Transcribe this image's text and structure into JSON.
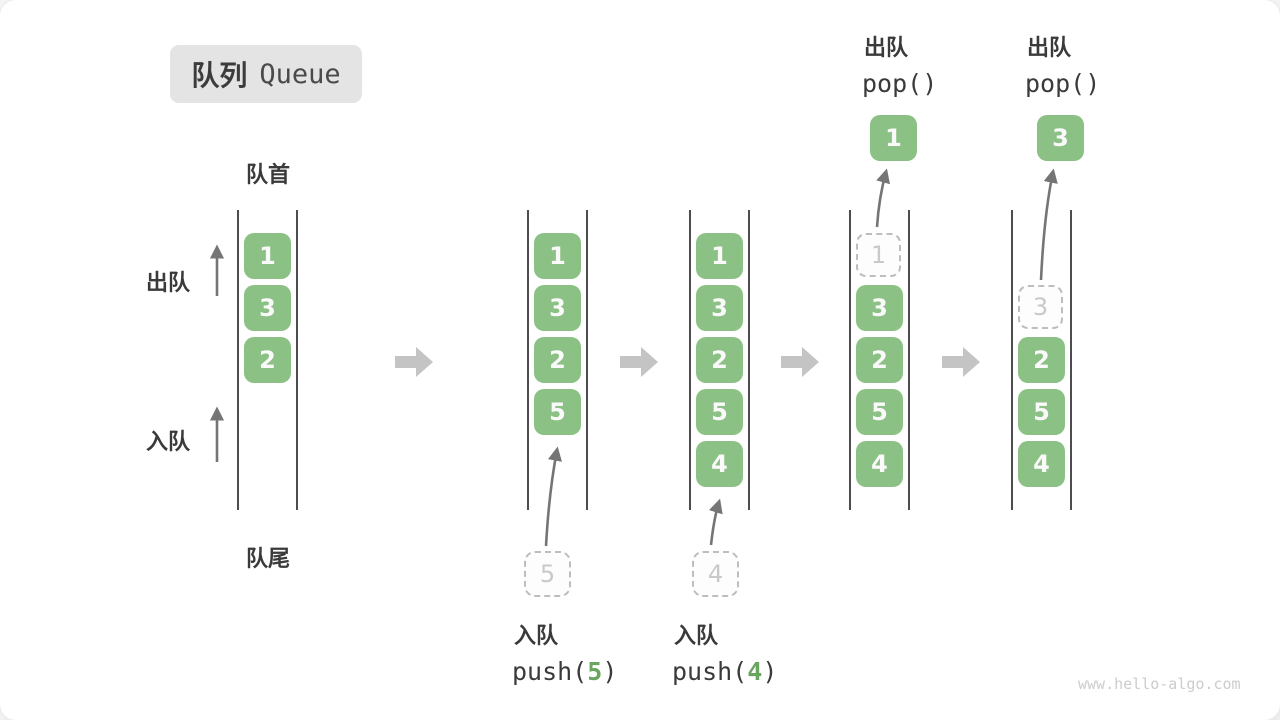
{
  "title": {
    "zh": "队列",
    "en": "Queue"
  },
  "labels": {
    "front": "队首",
    "rear": "队尾",
    "dequeue": "出队",
    "enqueue": "入队"
  },
  "states": [
    {
      "name": "initial",
      "cells": [
        "1",
        "3",
        "2"
      ]
    },
    {
      "name": "after-push-5",
      "cells": [
        "1",
        "3",
        "2",
        "5"
      ],
      "incoming": "5"
    },
    {
      "name": "after-push-4",
      "cells": [
        "1",
        "3",
        "2",
        "5",
        "4"
      ],
      "incoming": "4"
    },
    {
      "name": "after-pop-1",
      "ghost": "1",
      "cells": [
        "3",
        "2",
        "5",
        "4"
      ],
      "popped": "1"
    },
    {
      "name": "after-pop-3",
      "ghost": "3",
      "cells": [
        "2",
        "5",
        "4"
      ],
      "popped": "3"
    }
  ],
  "operations": {
    "push5": {
      "label": "入队",
      "fn": "push(",
      "arg": "5",
      "close": ")"
    },
    "push4": {
      "label": "入队",
      "fn": "push(",
      "arg": "4",
      "close": ")"
    },
    "pop1": {
      "label": "出队",
      "code": "pop()"
    },
    "pop2": {
      "label": "出队",
      "code": "pop()"
    }
  },
  "watermark": "www.hello-algo.com",
  "colors": {
    "box_green": "#8cc185",
    "arg_green": "#69a55f",
    "block_arrow_gray": "#c4c4c4",
    "column_line": "#4d4d4d",
    "thin_arrow": "#757575",
    "badge_bg": "#e4e4e4",
    "text": "#3a3a3a",
    "ghost_border": "#bdbdbd",
    "watermark": "#cccccc"
  }
}
